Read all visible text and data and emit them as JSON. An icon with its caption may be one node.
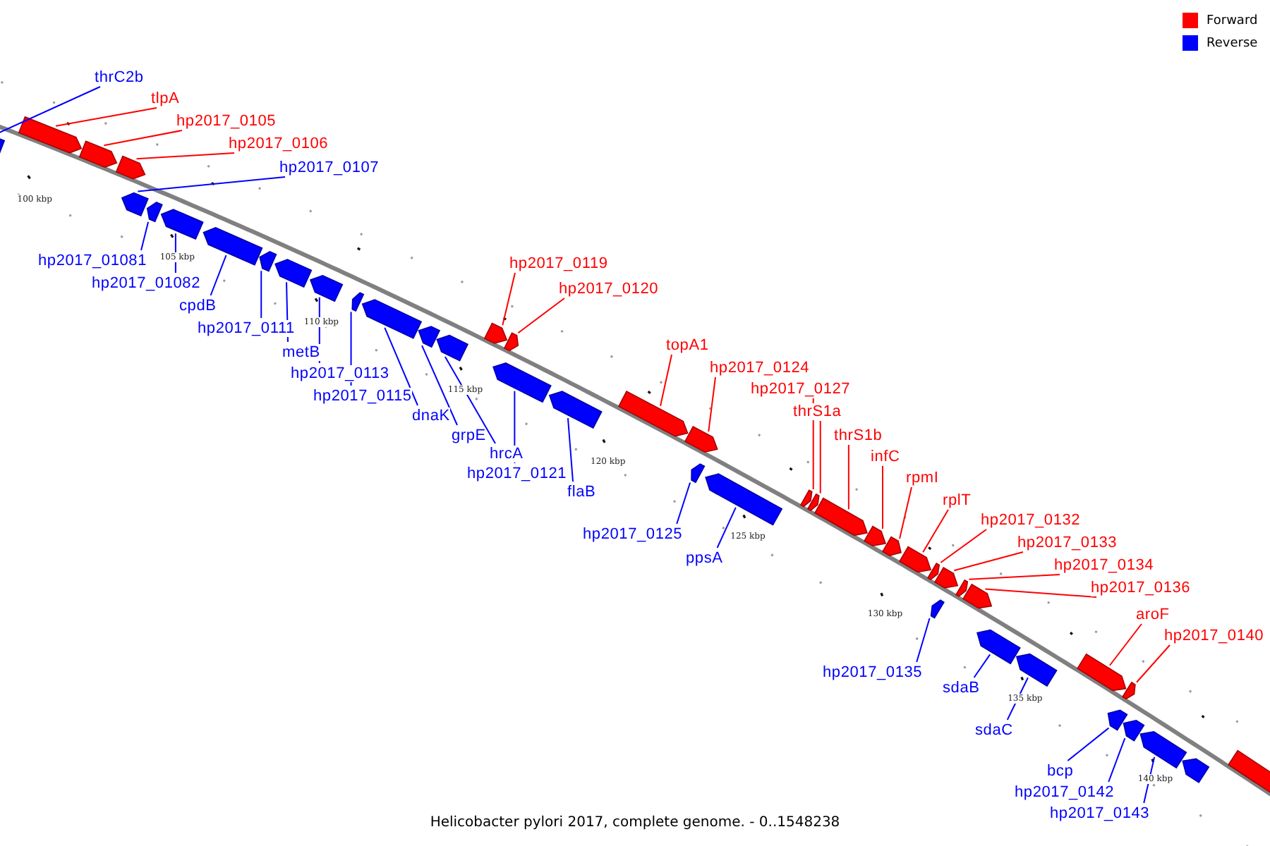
{
  "diagram": {
    "caption": "Helicobacter pylori 2017, complete genome. - 0..1548238",
    "nodes": [
      {
        "text": [
          "thrC2b"
        ]
      },
      {
        "text": [],
        "shape": "arrow"
      },
      {
        "text": [
          "tlpA"
        ]
      },
      {
        "text": [],
        "shape": "arrow"
      },
      {
        "text": [
          "hp2017_0105"
        ]
      },
      {
        "text": [],
        "shape": "arrow"
      },
      {
        "text": [
          "hp2017_0106"
        ]
      },
      {
        "text": [],
        "shape": "arrow"
      },
      {
        "text": [
          "hp2017_0107"
        ]
      },
      {
        "text": [],
        "shape": "arrow"
      },
      {
        "text": [
          "hp2017_01081"
        ]
      },
      {
        "text": [],
        "shape": "arrow"
      },
      {
        "text": [
          "hp2017_01082"
        ]
      },
      {
        "text": [],
        "shape": "arrow"
      },
      {
        "text": [
          "cpdB"
        ]
      },
      {
        "text": [],
        "shape": "arrow"
      },
      {
        "text": [
          "hp2017_0111"
        ]
      },
      {
        "text": [],
        "shape": "arrow"
      },
      {
        "text": [
          "metB"
        ]
      },
      {
        "text": [],
        "shape": "arrow"
      },
      {
        "text": [
          "hp2017_0113"
        ]
      },
      {
        "text": [],
        "shape": "arrow"
      },
      {
        "text": [
          "hp2017_0115"
        ]
      },
      {
        "text": [],
        "shape": "arrow"
      },
      {
        "text": [
          "dnaK"
        ]
      },
      {
        "text": [],
        "shape": "arrow"
      },
      {
        "text": [
          "grpE"
        ]
      },
      {
        "text": [],
        "shape": "arrow"
      },
      {
        "text": [
          "hrcA"
        ]
      },
      {
        "text": [],
        "shape": "arrow"
      },
      {
        "text": [
          "hp2017_0119"
        ]
      },
      {
        "text": [],
        "shape": "arrow"
      },
      {
        "text": [
          "hp2017_0120"
        ]
      },
      {
        "text": [],
        "shape": "arrow"
      },
      {
        "text": [
          "hp2017_0121"
        ]
      },
      {
        "text": [],
        "shape": "arrow"
      },
      {
        "text": [
          "flaB"
        ]
      },
      {
        "text": [],
        "shape": "arrow"
      },
      {
        "text": [
          "topA1"
        ]
      },
      {
        "text": [],
        "shape": "arrow"
      },
      {
        "text": [
          "hp2017_0124"
        ]
      },
      {
        "text": [],
        "shape": "arrow"
      },
      {
        "text": [
          "hp2017_0125"
        ]
      },
      {
        "text": [],
        "shape": "arrow"
      },
      {
        "text": [
          "ppsA"
        ]
      },
      {
        "text": [],
        "shape": "arrow"
      },
      {
        "text": [
          "hp2017_0127"
        ]
      },
      {
        "text": [],
        "shape": "arrow"
      },
      {
        "text": [
          "thrS1a"
        ]
      },
      {
        "text": [],
        "shape": "arrow"
      },
      {
        "text": [
          "thrS1b"
        ]
      },
      {
        "text": [],
        "shape": "arrow"
      },
      {
        "text": [
          "infC"
        ]
      },
      {
        "text": [],
        "shape": "arrow"
      },
      {
        "text": [
          "rpmI"
        ]
      },
      {
        "text": [],
        "shape": "arrow"
      },
      {
        "text": [
          "rplT"
        ]
      },
      {
        "text": [],
        "shape": "arrow"
      },
      {
        "text": [
          "hp2017_0132"
        ]
      },
      {
        "text": [],
        "shape": "arrow"
      },
      {
        "text": [
          "hp2017_0133"
        ]
      },
      {
        "text": [],
        "shape": "arrow"
      },
      {
        "text": [
          "hp2017_0134"
        ]
      },
      {
        "text": [],
        "shape": "arrow"
      },
      {
        "text": [
          "hp2017_0136"
        ]
      },
      {
        "text": [],
        "shape": "arrow"
      },
      {
        "text": [
          "hp2017_0135"
        ]
      },
      {
        "text": [],
        "shape": "arrow"
      },
      {
        "text": [
          "sdaB"
        ]
      },
      {
        "text": [],
        "shape": "arrow"
      },
      {
        "text": [
          "sdaC"
        ]
      },
      {
        "text": [],
        "shape": "arrow"
      },
      {
        "text": [
          "aroF"
        ]
      },
      {
        "text": [],
        "shape": "arrow"
      },
      {
        "text": [
          "hp2017_0140"
        ]
      },
      {
        "text": [],
        "shape": "arrow"
      },
      {
        "text": [
          "bcp"
        ]
      },
      {
        "text": [],
        "shape": "arrow"
      },
      {
        "text": [
          "hp2017_0142"
        ]
      },
      {
        "text": [],
        "shape": "arrow"
      },
      {
        "text": [
          "hp2017_0143"
        ]
      },
      {
        "text": [],
        "shape": "arrow"
      },
      {
        "text": [],
        "shape": "arrow"
      },
      {
        "text": [],
        "shape": "arrow"
      }
    ],
    "edges": [
      {
        "from": 0,
        "to": 1,
        "arrow": "none"
      },
      {
        "from": 2,
        "to": 3,
        "arrow": "none",
        "color": "#ff0000"
      },
      {
        "from": 4,
        "to": 5,
        "arrow": "none",
        "color": "#ff0000"
      },
      {
        "from": 6,
        "to": 7,
        "arrow": "none",
        "color": "#ff0000"
      },
      {
        "from": 8,
        "to": 9,
        "arrow": "none"
      },
      {
        "from": 10,
        "to": 11,
        "arrow": "none"
      },
      {
        "from": 12,
        "to": 13,
        "arrow": "none"
      },
      {
        "from": 14,
        "to": 15,
        "arrow": "none"
      },
      {
        "from": 16,
        "to": 17,
        "arrow": "none"
      },
      {
        "from": 18,
        "to": 19,
        "arrow": "none"
      },
      {
        "from": 20,
        "to": 21,
        "arrow": "none"
      },
      {
        "from": 22,
        "to": 23,
        "arrow": "none"
      },
      {
        "from": 24,
        "to": 25,
        "arrow": "none"
      },
      {
        "from": 26,
        "to": 27,
        "arrow": "none"
      },
      {
        "from": 28,
        "to": 29,
        "arrow": "none"
      },
      {
        "from": 30,
        "to": 31,
        "arrow": "none",
        "color": "#ff0000"
      },
      {
        "from": 32,
        "to": 33,
        "arrow": "none",
        "color": "#ff0000"
      },
      {
        "from": 34,
        "to": 35,
        "arrow": "none"
      },
      {
        "from": 36,
        "to": 37,
        "arrow": "none"
      },
      {
        "from": 38,
        "to": 39,
        "arrow": "none",
        "color": "#ff0000"
      },
      {
        "from": 40,
        "to": 41,
        "arrow": "none",
        "color": "#ff0000"
      },
      {
        "from": 42,
        "to": 43,
        "arrow": "none"
      },
      {
        "from": 44,
        "to": 45,
        "arrow": "none"
      },
      {
        "from": 46,
        "to": 47,
        "arrow": "none",
        "color": "#ff0000"
      },
      {
        "from": 48,
        "to": 49,
        "arrow": "none",
        "color": "#ff0000"
      },
      {
        "from": 50,
        "to": 51,
        "arrow": "none",
        "color": "#ff0000"
      },
      {
        "from": 52,
        "to": 53,
        "arrow": "none",
        "color": "#ff0000"
      },
      {
        "from": 54,
        "to": 55,
        "arrow": "none",
        "color": "#ff0000"
      },
      {
        "from": 56,
        "to": 57,
        "arrow": "none",
        "color": "#ff0000"
      },
      {
        "from": 58,
        "to": 59,
        "arrow": "none",
        "color": "#ff0000"
      },
      {
        "from": 60,
        "to": 61,
        "arrow": "none",
        "color": "#ff0000"
      },
      {
        "from": 62,
        "to": 63,
        "arrow": "none",
        "color": "#ff0000"
      },
      {
        "from": 64,
        "to": 65,
        "arrow": "none",
        "color": "#ff0000"
      },
      {
        "from": 66,
        "to": 67,
        "arrow": "none"
      },
      {
        "from": 68,
        "to": 69,
        "arrow": "none"
      },
      {
        "from": 70,
        "to": 71,
        "arrow": "none"
      },
      {
        "from": 72,
        "to": 73,
        "arrow": "none",
        "color": "#ff0000"
      },
      {
        "from": 74,
        "to": 75,
        "arrow": "none",
        "color": "#ff0000"
      },
      {
        "from": 76,
        "to": 77,
        "arrow": "none"
      },
      {
        "from": 78,
        "to": 79,
        "arrow": "none"
      },
      {
        "from": 80,
        "to": 81,
        "arrow": "none"
      }
    ],
    "labels": [
      "100 kbp",
      "105 kbp",
      "110 kbp",
      "115 kbp",
      "120 kbp",
      "125 kbp",
      "130 kbp",
      "135 kbp",
      "140 kbp"
    ],
    "legend": [
      {
        "text": "Forward",
        "color": "#ff0000"
      },
      {
        "text": "Reverse",
        "color": "#0000ff"
      }
    ]
  }
}
